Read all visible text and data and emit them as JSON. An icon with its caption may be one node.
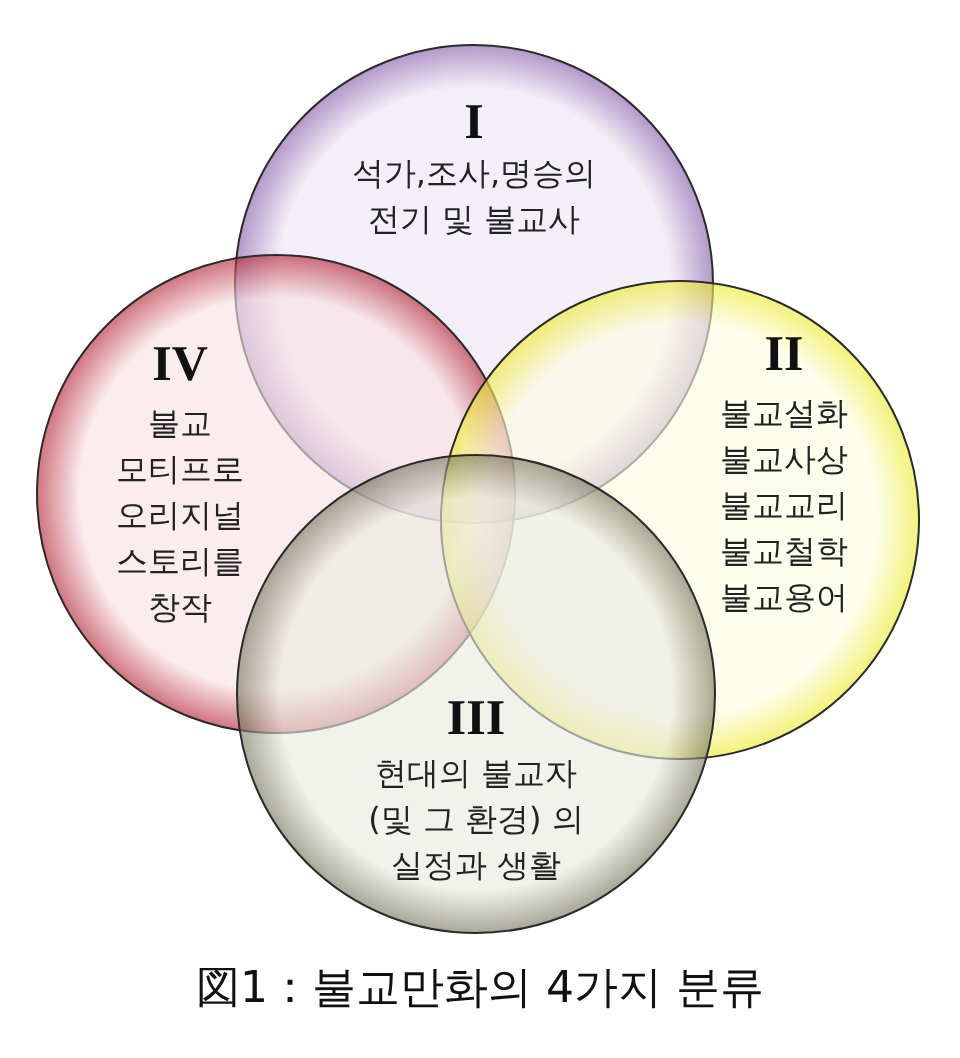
{
  "diagram": {
    "caption": "図1：불교만화의 4가지 분류",
    "nodes": [
      {
        "text": [
          "I",
          "석가,조사,명승의 전기 및 불교사"
        ]
      },
      {
        "text": [
          "IV",
          "불교 모티프로 오리지널 스토리를 창작"
        ]
      },
      {
        "text": [
          "II",
          "불교설화",
          "불교사상",
          "불교교리",
          "불교철학",
          "불교용어"
        ]
      },
      {
        "text": [
          "III",
          "현대의 불교자 (및 그 환경) 의 실정과 생활"
        ]
      }
    ]
  }
}
